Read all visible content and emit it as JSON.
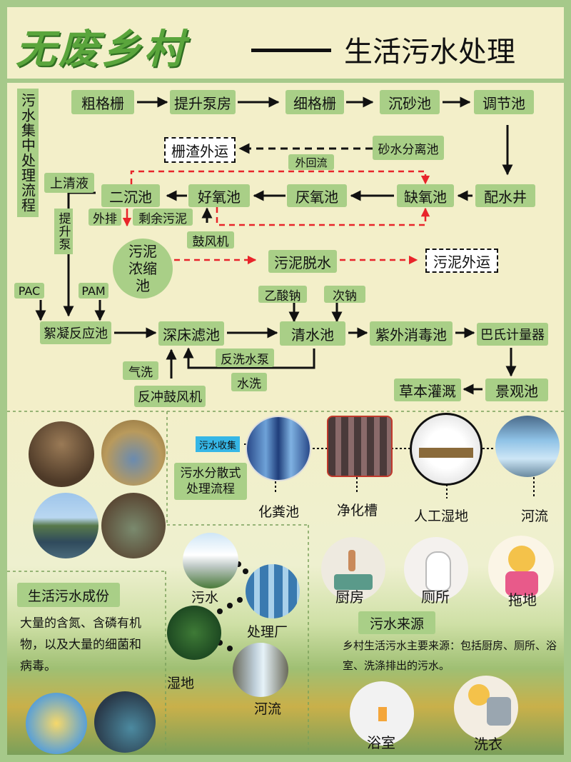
{
  "header": {
    "logo_text": "无废乡村",
    "subtitle": "生活污水处理"
  },
  "flow": {
    "side_title": "污水集中处理流程",
    "nodes": {
      "coarse_grid": "粗格栅",
      "lift_pump": "提升泵房",
      "fine_grid": "细格栅",
      "grit_chamber": "沉砂池",
      "regulating_tank": "调节池",
      "grit_separator": "砂水分离池",
      "screenings_out": "栅渣外运",
      "distribution_well": "配水井",
      "anoxic_tank": "缺氧池",
      "anaerobic_tank": "厌氧池",
      "aerobic_tank": "好氧池",
      "secondary_clarifier": "二沉池",
      "sludge_thickener": "污泥浓缩池",
      "sludge_dewatering": "污泥脱水",
      "sludge_out": "污泥外运",
      "flocculation_tank": "絮凝反应池",
      "deep_bed_filter": "深床滤池",
      "clear_water_tank": "清水池",
      "uv_disinfection": "紫外消毒池",
      "parshall_flume": "巴氏计量器",
      "landscape_pond": "景观池",
      "grass_irrigation": "草本灌溉",
      "lift_pump_vertical": "提升泵",
      "backwash_pump": "反洗水泵",
      "backwash_blower": "反冲鼓风机"
    },
    "labels": {
      "external_return": "外回流",
      "supernatant": "上清液",
      "discharge": "外排",
      "excess_sludge": "剩余污泥",
      "blower": "鼓风机",
      "pac": "PAC",
      "pam": "PAM",
      "sodium_acetate": "乙酸钠",
      "hypochlorite": "次钠",
      "air_wash": "气洗",
      "water_wash": "水洗"
    }
  },
  "decentral": {
    "source_tag": "污水收集",
    "title": "污水分散式处理流程",
    "steps": [
      "化粪池",
      "净化槽",
      "人工湿地",
      "河流"
    ]
  },
  "composition": {
    "title": "生活污水成份",
    "text": "大量的含氮、含磷有机物，以及大量的细菌和病毒。",
    "chain": [
      "污水",
      "处理厂",
      "湿地",
      "河流"
    ]
  },
  "sources": {
    "title": "污水来源",
    "text": "乡村生活污水主要来源：包括厨房、厕所、浴室、洗涤排出的污水。",
    "items": [
      "厨房",
      "厕所",
      "拖地",
      "浴室",
      "洗衣"
    ]
  },
  "colors": {
    "box_green": "#a9cf87",
    "background": "#f3efc9",
    "frame": "#a6c98a",
    "return_red": "#e8242a"
  }
}
